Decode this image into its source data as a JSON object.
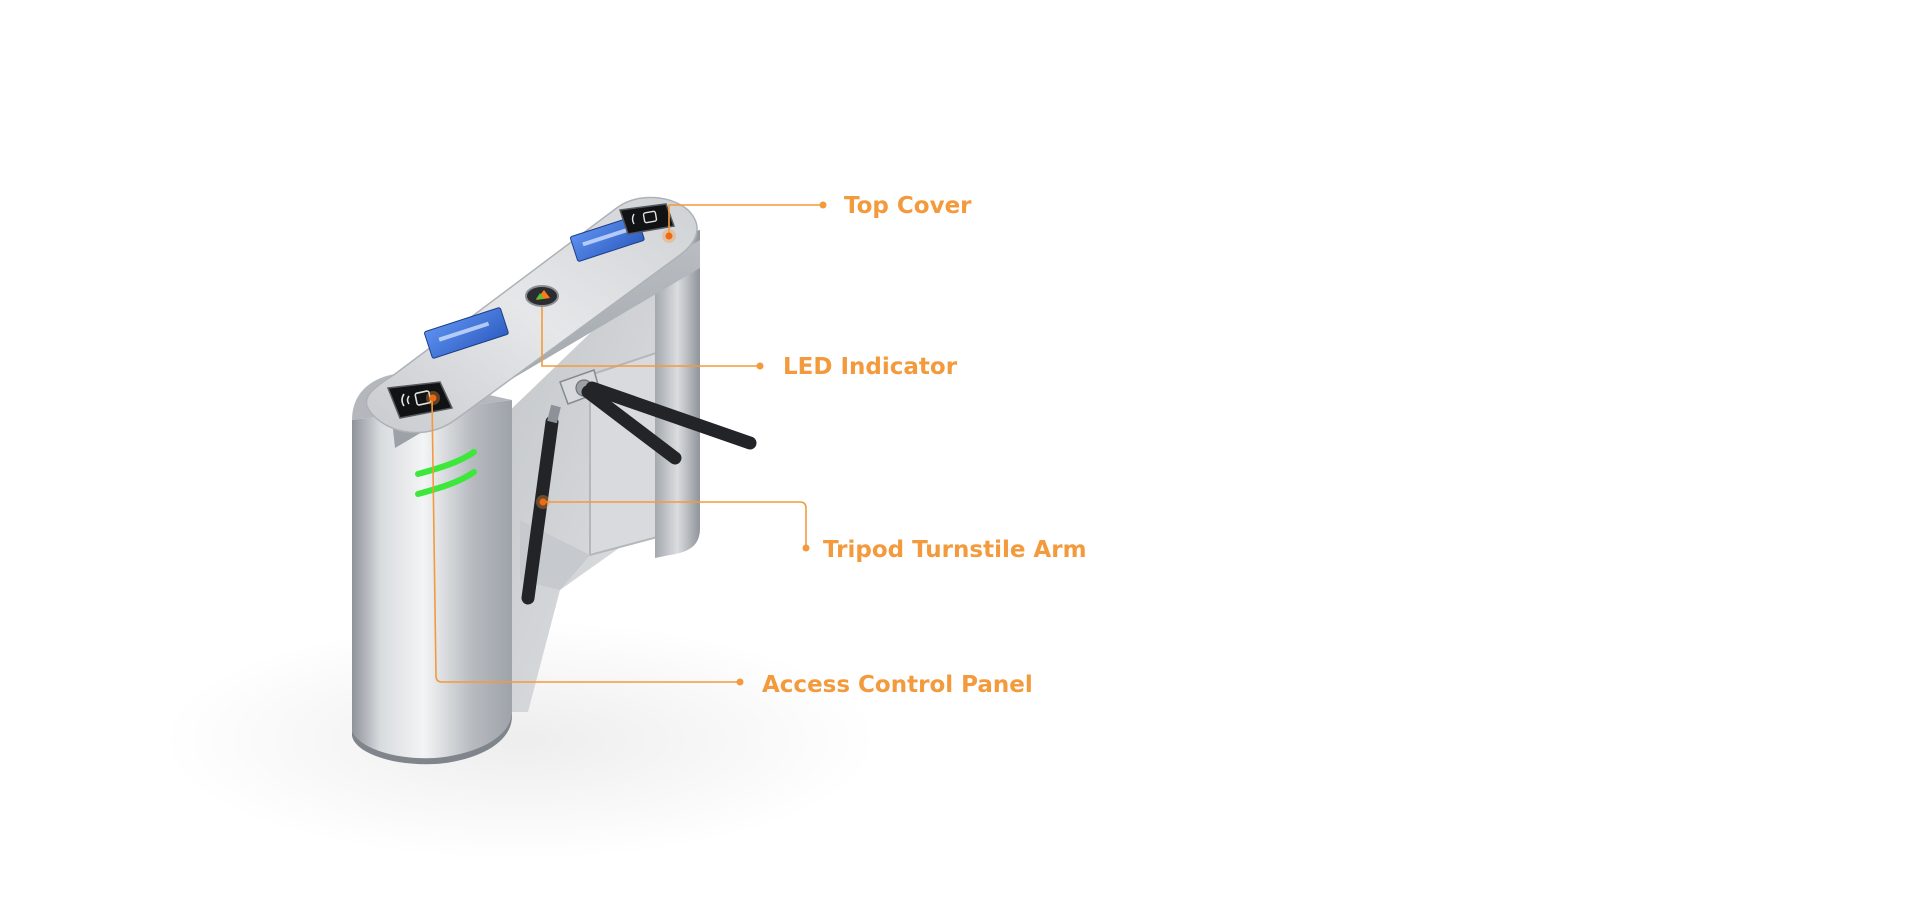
{
  "colors": {
    "accent": "#f39a3c",
    "indicator_green": "#3de83a",
    "screen_blue": "#3f73d8",
    "steel": "#c9ccd0"
  },
  "callouts": {
    "top_cover": "Top Cover",
    "led_indicator": "LED Indicator",
    "tripod_arm": "Tripod Turnstile Arm",
    "access_control_panel": "Access Control Panel"
  },
  "icons": {
    "card_reader": "contactless-card-icon",
    "led": "traffic-arrow-icon"
  }
}
